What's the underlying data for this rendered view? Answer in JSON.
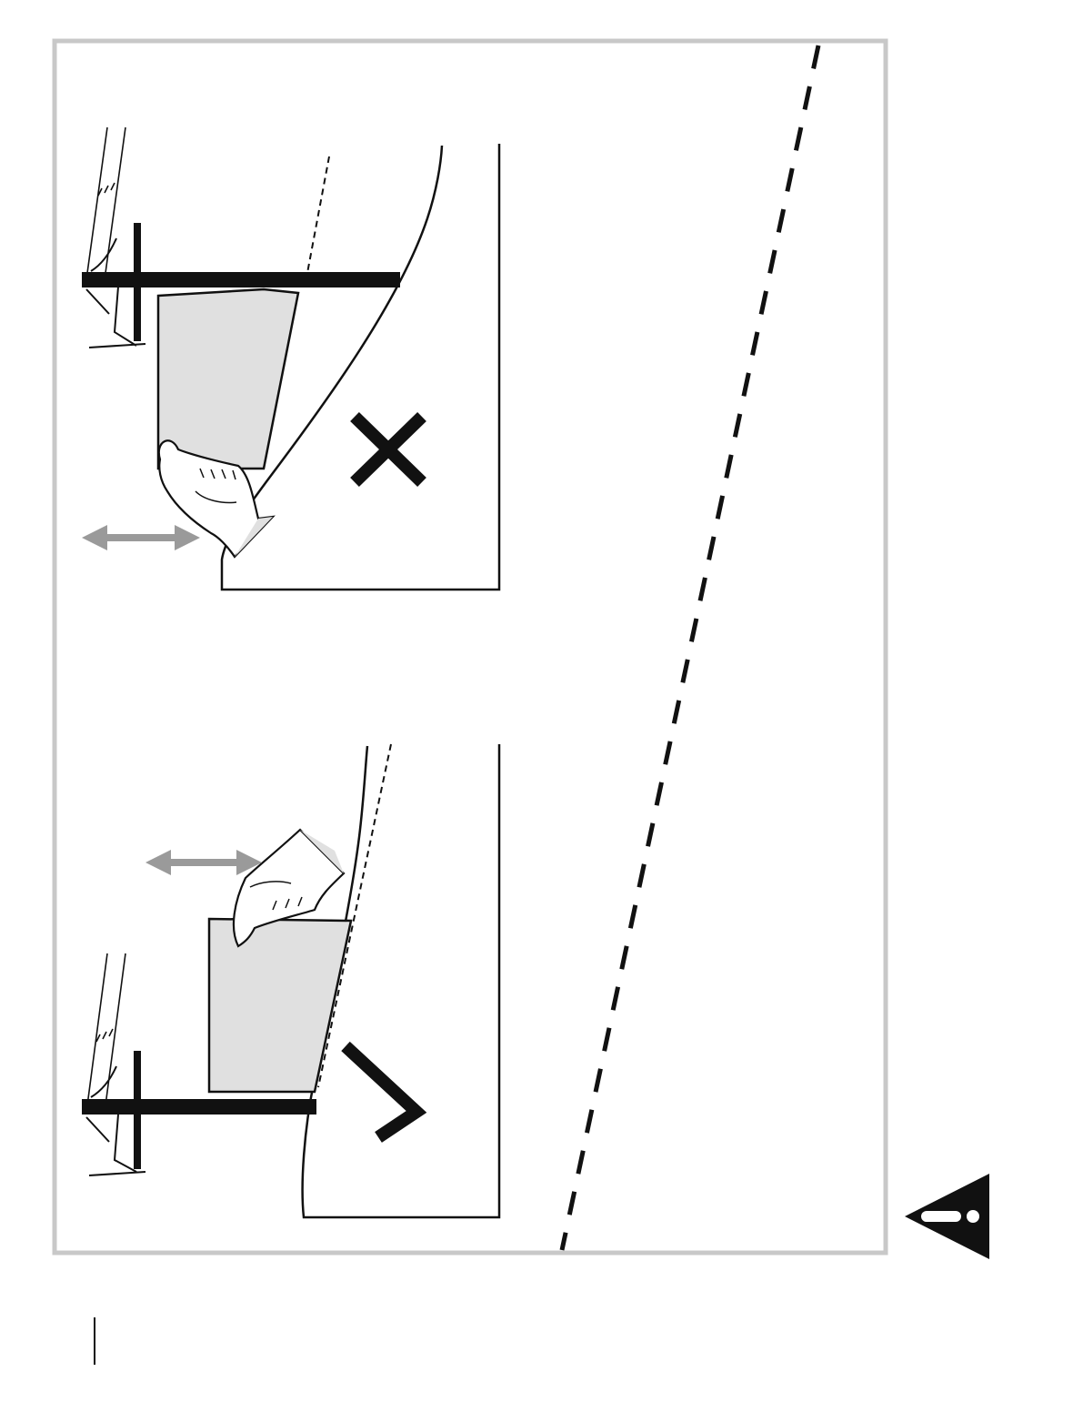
{
  "figure": {
    "panels": [
      {
        "name": "incorrect-method",
        "status_mark": "cross"
      },
      {
        "name": "correct-method",
        "status_mark": "check"
      }
    ],
    "warning_symbol": "exclamation-triangle-icon",
    "colors": {
      "frame": "#c8c8c8",
      "ink": "#111111",
      "paper_fill": "#e0e0e0",
      "arrow": "#9a9a9a",
      "background": "#ffffff"
    }
  }
}
